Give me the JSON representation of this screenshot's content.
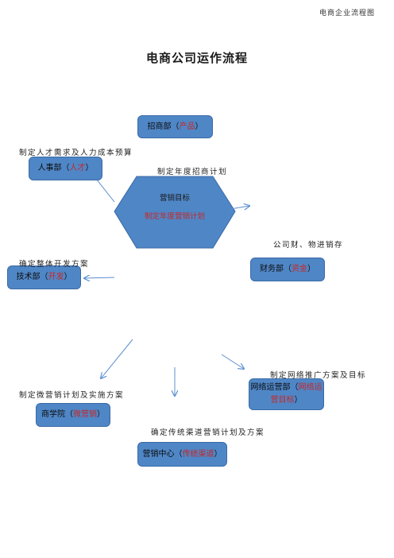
{
  "header": {
    "text": "电商企业流程图"
  },
  "title": "电商公司运作流程",
  "nodes": {
    "zhaoshang": {
      "name": "招商部（",
      "highlight": "产品",
      "close": "）"
    },
    "renshi": {
      "name": "人事部（",
      "highlight": "人才",
      "close": "）"
    },
    "center": {
      "title": "营销目标",
      "subtitle": "制定年度营销计划"
    },
    "jishu": {
      "name": "技术部（",
      "highlight": "开发",
      "close": "）"
    },
    "caiwu": {
      "name": "财务部（",
      "highlight": "资金",
      "close": "）"
    },
    "wangluo": {
      "name": "网络运营部（",
      "highlight": "网络运营目标",
      "close": "）",
      "highlight_line1": "网络运",
      "highlight_line2": "营目标"
    },
    "shangxueyuan": {
      "name": "商学院（",
      "highlight": "微营销",
      "close": "）"
    },
    "yingxiao": {
      "name": "营销中心（",
      "highlight": "传统渠道",
      "close": "）"
    }
  },
  "notes": {
    "renshi_note": "制定人才需求及人力成本预算",
    "zhaoshang_note": "制定年度招商计划",
    "caiwu_note": "公司财、物进销存",
    "jishu_note": "确定整体开发方案",
    "wangluo_note": "制定网络推广方案及目标",
    "shangxueyuan_note": "制定微营销计划及实施方案",
    "yingxiao_note": "确定传统渠道营销计划及方案"
  },
  "colors": {
    "box_fill": "#4f86c6",
    "box_border": "#3a6aa6",
    "highlight": "#c62828",
    "arrow": "#5b8fd0"
  }
}
